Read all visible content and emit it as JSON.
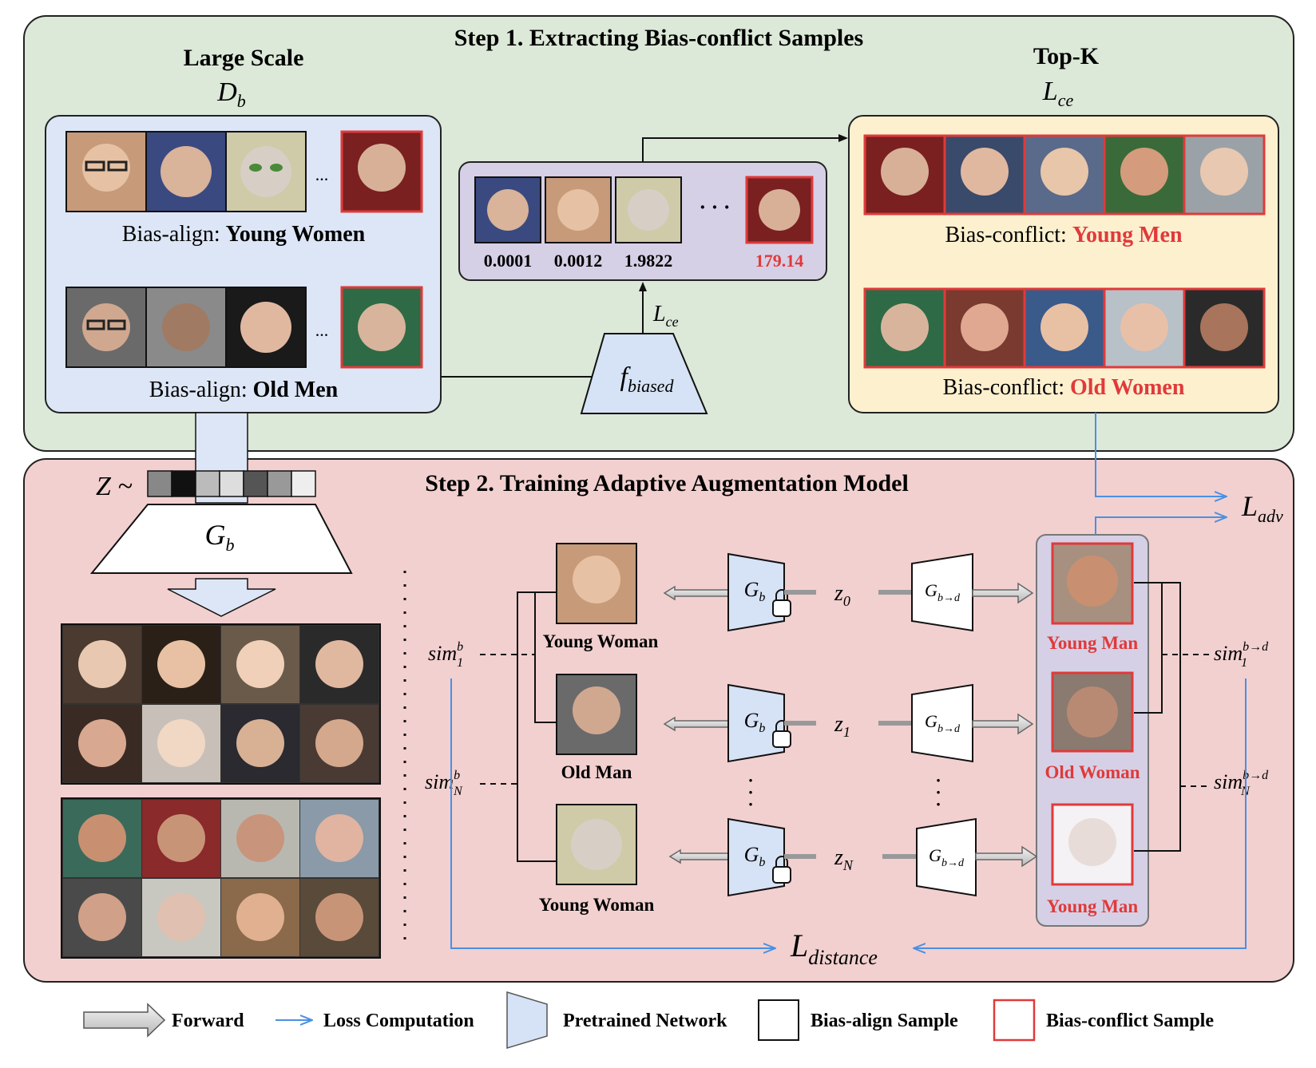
{
  "step1": {
    "title": "Step 1. Extracting Bias-conflict Samples",
    "large_scale": "Large Scale",
    "db_label": "D",
    "db_sub": "b",
    "bias_align_prefix": "Bias-align: ",
    "young_women": "Young Women",
    "old_men": "Old Men",
    "ellipsis": "...",
    "scores": [
      "0.0001",
      "0.0012",
      "1.9822",
      "179.14"
    ],
    "score_dots": "· · ·",
    "lce_label": "L",
    "lce_sub": "ce",
    "fbiased_label": "f",
    "fbiased_sub": "biased",
    "topk": "Top-K",
    "topk_loss": "L",
    "topk_loss_sub": "ce",
    "bias_conflict_prefix": "Bias-conflict: ",
    "young_men": "Young Men",
    "old_women": "Old Women"
  },
  "step2": {
    "title": "Step 2. Training Adaptive Augmentation Model",
    "z_label": "Z ~",
    "gb_label": "G",
    "gb_sub": "b",
    "gbd_label": "G",
    "gbd_sub": "b→d",
    "z_labels": [
      {
        "base": "z",
        "sub": "0"
      },
      {
        "base": "z",
        "sub": "1"
      },
      {
        "base": "z",
        "sub": "N"
      }
    ],
    "left_labels": [
      "Young Woman",
      "Old Man",
      "Young Woman"
    ],
    "right_labels": [
      "Young Man",
      "Old Woman",
      "Young Man"
    ],
    "sim_b_1": {
      "base": "sim",
      "sup": "b",
      "sub": "1"
    },
    "sim_b_N": {
      "base": "sim",
      "sup": "b",
      "sub": "N"
    },
    "sim_bd_1": {
      "base": "sim",
      "sup": "b→d",
      "sub": "1"
    },
    "sim_bd_N": {
      "base": "sim",
      "sup": "b→d",
      "sub": "N"
    },
    "ladv": "L",
    "ladv_sub": "adv",
    "ldist": "L",
    "ldist_sub": "distance",
    "vdots": "·\n·\n·"
  },
  "legend": {
    "forward": "Forward",
    "loss": "Loss Computation",
    "pretrained": "Pretrained Network",
    "align": "Bias-align Sample",
    "conflict": "Bias-conflict Sample"
  },
  "colors": {
    "step1_bg": "#dce8d8",
    "step2_bg": "#f2d0d0",
    "blue_box": "#dce6f6",
    "yellow_box": "#fcf0cf",
    "purple_box": "#d6d0e6",
    "conflict_red": "#e03a3a",
    "loss_blue": "#4a90e2",
    "network_fill": "#d6e2f5"
  }
}
